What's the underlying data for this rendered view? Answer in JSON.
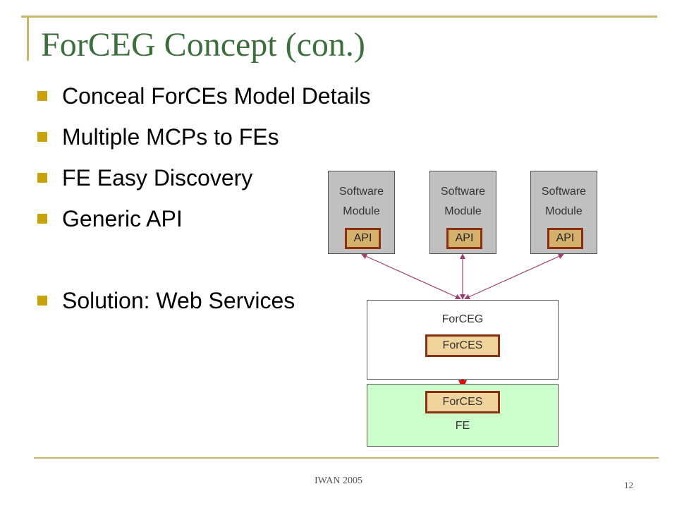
{
  "slide": {
    "title": "ForCEG Concept (con.)",
    "bullets": [
      "Conceal ForCEs Model Details",
      "Multiple MCPs to FEs",
      "FE Easy Discovery",
      "Generic API",
      "Solution: Web Services"
    ],
    "footer": "IWAN 2005",
    "page_number": "12"
  },
  "diagram": {
    "software_modules": [
      {
        "line1": "Software",
        "line2": "Module",
        "api": "API"
      },
      {
        "line1": "Software",
        "line2": "Module",
        "api": "API"
      },
      {
        "line1": "Software",
        "line2": "Module",
        "api": "API"
      }
    ],
    "forceg": {
      "label": "ForCEG",
      "inner": "ForCES"
    },
    "fe": {
      "label": "FE",
      "inner": "ForCES"
    },
    "colors": {
      "title": "#3d6f3d",
      "bullet": "#c9a10a",
      "frame": "#c9b66a",
      "module_fill": "#c0c0c0",
      "api_border": "#8b2f10",
      "fe_fill": "#ccffcc",
      "connector": "#a04070",
      "forces_link": "#e00000"
    }
  }
}
